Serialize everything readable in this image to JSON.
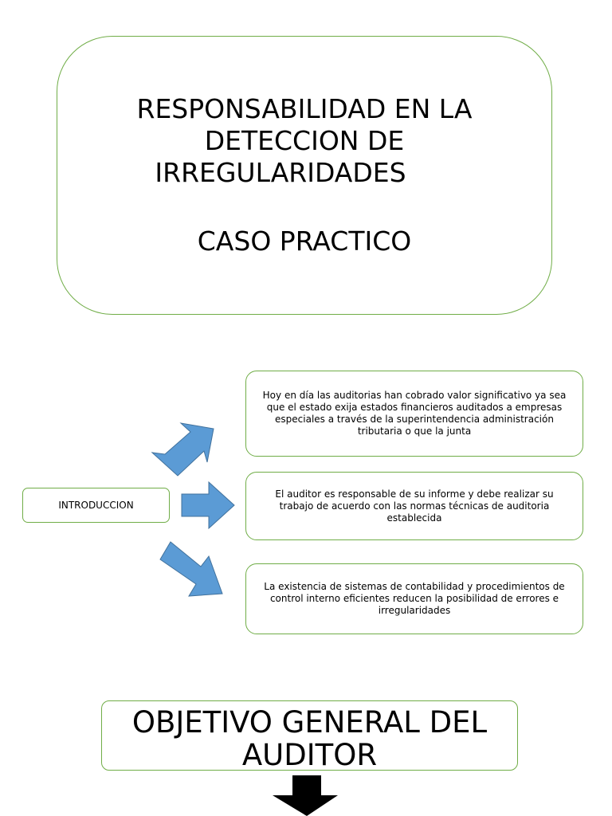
{
  "title": {
    "line1": "RESPONSABILIDAD EN LA",
    "line2": "DETECCION DE",
    "line3": "IRREGULARIDADES",
    "subtitle": "CASO PRACTICO"
  },
  "intro": {
    "label": "INTRODUCCION"
  },
  "notes": [
    {
      "text": "Hoy en día las auditorias han cobrado valor significativo ya sea que el estado exija estados financieros auditados a empresas especiales a través de la superintendencia administración tributaria o que la junta"
    },
    {
      "text": "El auditor es responsable de su informe y debe realizar su trabajo de acuerdo con las normas técnicas de auditoria establecida"
    },
    {
      "text": "La existencia de sistemas de contabilidad y procedimientos de control interno eficientes reducen la posibilidad de errores e irregularidades"
    }
  ],
  "objective": {
    "label": "OBJETIVO GENERAL DEL AUDITOR"
  },
  "colors": {
    "border": "#70ad47",
    "arrow": "#5b9bd5",
    "arrow_stroke": "#41719c",
    "down_arrow": "#000000"
  }
}
